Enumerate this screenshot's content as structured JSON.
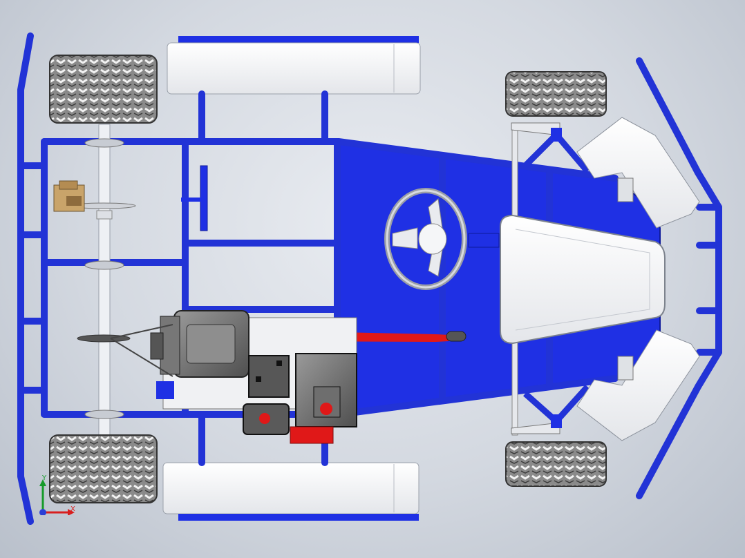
{
  "viewport": {
    "background_top": "#e9ecf1",
    "background_bottom": "#b9c0cb"
  },
  "model": {
    "frame_color": "#2233d6",
    "floor_pan_color": "#1f30e4",
    "body_panel_color": "#ffffff",
    "engine_color": "#6b6b6b",
    "accent_color": "#e01818",
    "tire_color": "#7d7d7d",
    "parts": [
      "frame",
      "floor-pan",
      "side-pods",
      "front-nose",
      "seat",
      "steering-wheel",
      "engine",
      "drive-chain",
      "rear-axle",
      "front-wheels",
      "rear-wheels",
      "brake-caliper",
      "bumpers"
    ]
  },
  "triad": {
    "x_label": "X",
    "y_label": "Y",
    "x_color": "#d81e1e",
    "y_color": "#169a2a",
    "z_color": "#2a3fd6"
  }
}
